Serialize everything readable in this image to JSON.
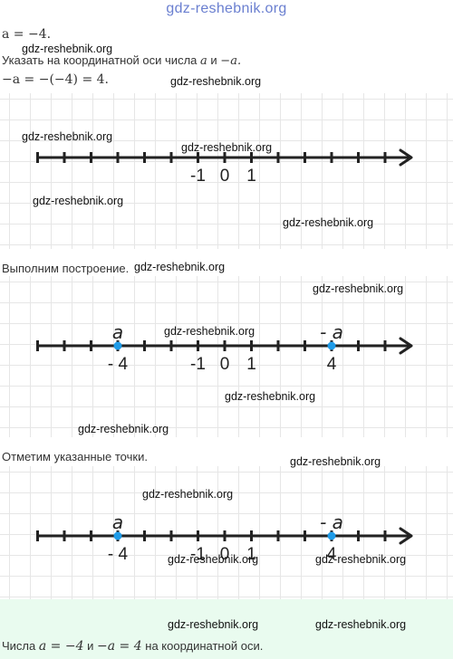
{
  "watermark": {
    "top": "gdz-reshebnik.org",
    "text": "gdz-reshebnik.org"
  },
  "given": "a = −4.",
  "task_text": "Указать на координатной оси числа",
  "task_a": "a",
  "task_and": "и",
  "task_neg_a": "−a.",
  "calc": "−a = −(−4) = 4.",
  "step1": "Выполним построение.",
  "step2": "Отметим указанные точки.",
  "conclusion": {
    "pre": "Числа",
    "eq1": "a = −4",
    "and": "и",
    "eq2": "−a = 4",
    "post": "на координатной оси."
  },
  "number_lines": [
    {
      "labels": [
        "-1",
        "0",
        "1"
      ]
    },
    {
      "labels": [
        "-1",
        "0",
        "1"
      ],
      "points": [
        {
          "value": -4,
          "top": "a",
          "bottom": "- 4"
        },
        {
          "value": 4,
          "top": "- a",
          "bottom": "4"
        }
      ]
    },
    {
      "labels": [
        "-1",
        "0",
        "1"
      ],
      "points": [
        {
          "value": -4,
          "top": "a",
          "bottom": "- 4"
        },
        {
          "value": 4,
          "top": "- a",
          "bottom": "4"
        }
      ]
    }
  ],
  "colors": {
    "point": "#1e9be8",
    "axis": "#222222",
    "grid": "#e6e6e6",
    "band": "#e9fbef"
  }
}
